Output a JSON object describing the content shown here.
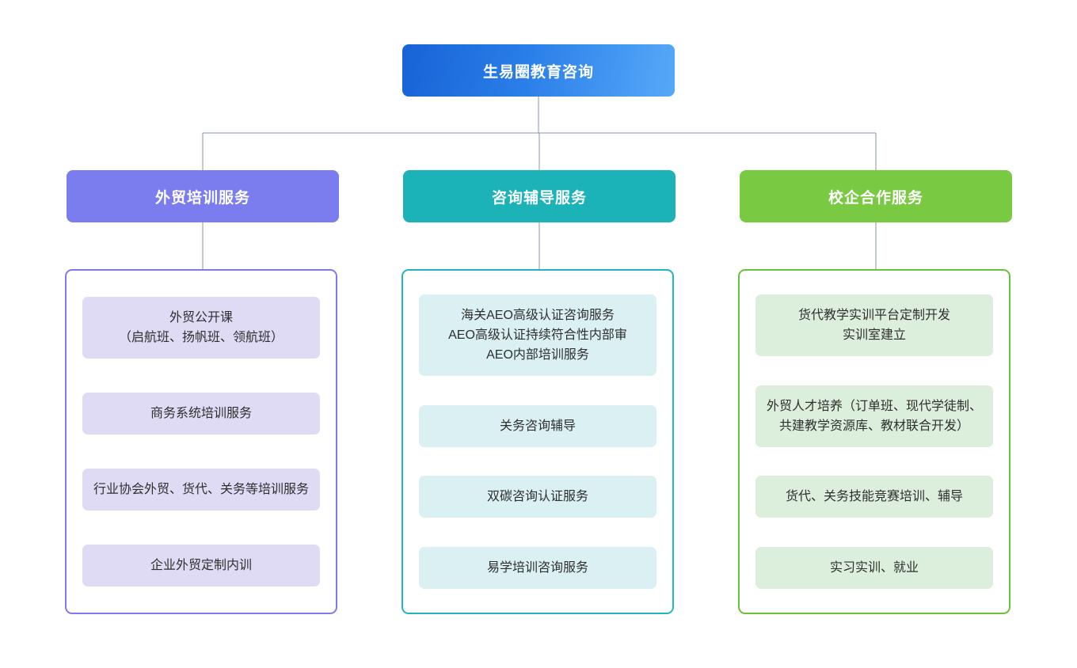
{
  "diagram": {
    "type": "organization-tree",
    "root": {
      "label": "生易圈教育咨询",
      "gradient_from": "#1763d6",
      "gradient_to": "#56a9f8"
    },
    "connector_color": "#8a96a3",
    "branches": [
      {
        "id": "foreign-trade-training",
        "header_label": "外贸培训服务",
        "header_color": "#7b7ced",
        "panel_border_color": "#8079ee",
        "card_bg_color": "#dfdbf5",
        "items": [
          "外贸公开课\n（启航班、扬帆班、领航班）",
          "商务系统培训服务",
          "行业协会外贸、货代、关务等培训服务",
          "企业外贸定制内训"
        ]
      },
      {
        "id": "consulting-tutoring",
        "header_label": "咨询辅导服务",
        "header_color": "#1cb3b8",
        "panel_border_color": "#20b6bb",
        "card_bg_color": "#daf0f2",
        "items": [
          "海关AEO高级认证咨询服务\nAEO高级认证持续符合性内部审\nAEO内部培训服务",
          "关务咨询辅导",
          "双碳咨询认证服务",
          "易学培训咨询服务"
        ]
      },
      {
        "id": "school-enterprise-cooperation",
        "header_label": "校企合作服务",
        "header_color": "#7ac943",
        "panel_border_color": "#6cc13a",
        "card_bg_color": "#dcefdc",
        "items": [
          "货代教学实训平台定制开发\n实训室建立",
          "外贸人才培养（订单班、现代学徒制、共建教学资源库、教材联合开发）",
          "货代、关务技能竞赛培训、辅导",
          "实习实训、就业"
        ]
      }
    ]
  }
}
